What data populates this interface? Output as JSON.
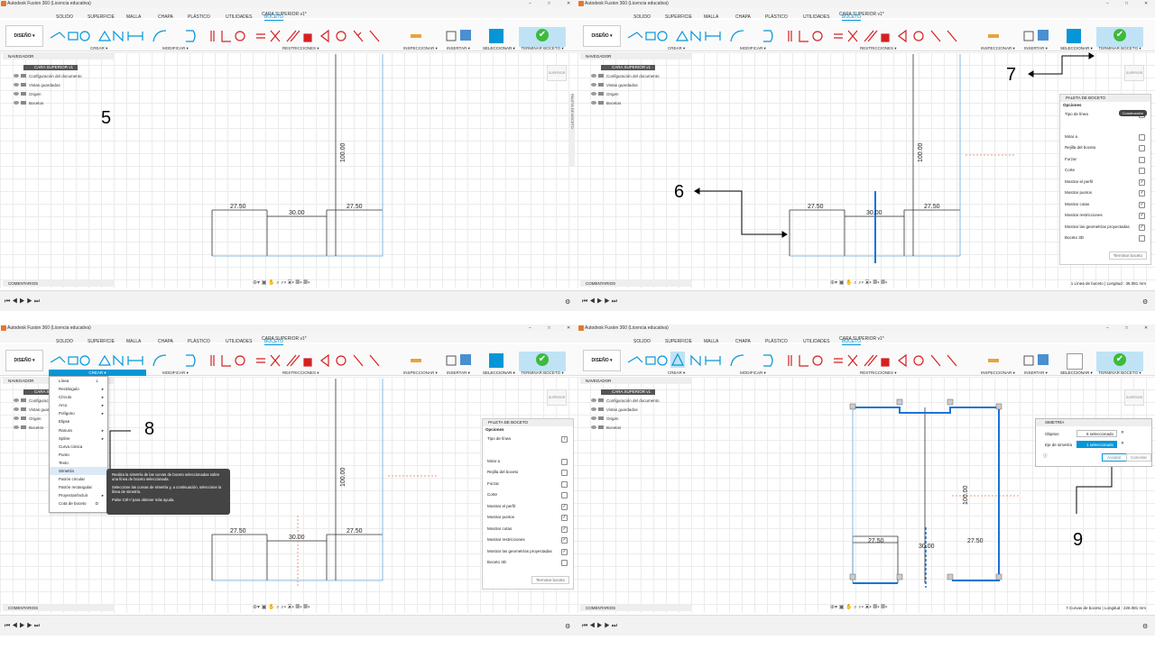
{
  "app": {
    "title": "Autodesk Fusion 360 (Licencia educativa)",
    "document": "CARA SUPERIOR v1*"
  },
  "workspace_tabs": [
    "SOLIDO",
    "SUPERFICIE",
    "MALLA",
    "CHAPA",
    "PLÁSTICO",
    "UTILIDADES",
    "BOCETO"
  ],
  "ribbon": {
    "design_button": "DISEÑO ▾",
    "groups": {
      "crear": "CREAR ▾",
      "modificar": "MODIFICAR ▾",
      "restricciones": "RESTRICCIONES ▾",
      "inspeccionar": "INSPECCIONAR ▾",
      "insertar": "INSERTAR ▾",
      "seleccionar": "SELECCIONAR ▾",
      "terminar": "TERMINAR BOCETO ▾"
    }
  },
  "navigator": {
    "title": "NAVEGADOR",
    "root": "CARA SUPERIOR v1",
    "items": [
      "Configuración del documento",
      "Vistas guardadas",
      "Origen",
      "Bocetos"
    ]
  },
  "comments_label": "COMENTARIOS",
  "viewcube_label": "SUPERIOR",
  "palette_side_tab": "PALETA DE BOCETO",
  "dimensions": {
    "left_width": "27.50",
    "center_width": "30.00",
    "right_width": "27.50",
    "height": "100.00"
  },
  "step_numbers": [
    "5",
    "6",
    "7",
    "8",
    "9"
  ],
  "sketch_palette": {
    "title": "PALETA DE BOCETO",
    "section": "Opciones",
    "line_type_label": "Tipo de línea",
    "construction_tooltip": "Construcción",
    "rows": [
      {
        "label": "Mirar a",
        "checked": false
      },
      {
        "label": "Rejilla del boceto",
        "checked": false
      },
      {
        "label": "Forzar",
        "checked": false
      },
      {
        "label": "Corte",
        "checked": false
      },
      {
        "label": "Mostrar el perfil",
        "checked": true
      },
      {
        "label": "Mostrar puntos",
        "checked": true
      },
      {
        "label": "Mostrar cotas",
        "checked": true
      },
      {
        "label": "Mostrar restricciones",
        "checked": true
      },
      {
        "label": "Mostrar las geometrías proyectadas",
        "checked": true
      },
      {
        "label": "Boceto 3D",
        "checked": false
      }
    ],
    "finish_button": "Terminar boceto"
  },
  "crear_menu": {
    "header": "CREAR ▾",
    "items": [
      {
        "label": "Línea",
        "shortcut": "L",
        "submenu": false
      },
      {
        "label": "Rectángulo",
        "shortcut": "",
        "submenu": true
      },
      {
        "label": "Círculo",
        "shortcut": "",
        "submenu": true
      },
      {
        "label": "Arco",
        "shortcut": "",
        "submenu": true
      },
      {
        "label": "Polígono",
        "shortcut": "",
        "submenu": true
      },
      {
        "label": "Elipse",
        "shortcut": "",
        "submenu": false
      },
      {
        "label": "Ranura",
        "shortcut": "",
        "submenu": true
      },
      {
        "label": "Spline",
        "shortcut": "",
        "submenu": true
      },
      {
        "label": "Curva cónica",
        "shortcut": "",
        "submenu": false
      },
      {
        "label": "Punto",
        "shortcut": "",
        "submenu": false
      },
      {
        "label": "Texto",
        "shortcut": "",
        "submenu": false
      },
      {
        "label": "Simetría",
        "shortcut": "",
        "submenu": false
      },
      {
        "label": "Patrón circular",
        "shortcut": "",
        "submenu": false
      },
      {
        "label": "Patrón rectangular",
        "shortcut": "",
        "submenu": false
      },
      {
        "label": "Proyectar/incluir",
        "shortcut": "",
        "submenu": true
      },
      {
        "label": "Cota de boceto",
        "shortcut": "D",
        "submenu": false
      }
    ],
    "highlighted": "Simetría"
  },
  "tooltip": {
    "p1": "Realiza la simetría de las curvas de boceto seleccionadas sobre una línea de boceto seleccionada.",
    "p2": "Seleccione las curvas de simetría y, a continuación, seleccione la línea de simetría.",
    "p3": "Pulse Ctrl+/ para obtener más ayuda."
  },
  "symmetry_dialog": {
    "title": "SIMETRÍA",
    "objects_label": "Objetos",
    "objects_value": "6 seleccionado",
    "axis_label": "Eje de simetría",
    "axis_value": "1 seleccionado",
    "ok": "Aceptar",
    "cancel": "Cancelar"
  },
  "status": {
    "q2": "1 Línea de boceto | Longitud : 36.081 mm",
    "q4": "7 Curvas de boceto | Longitud : 226.081 mm"
  },
  "colors": {
    "accent": "#0696d7",
    "finish_green": "#3cbb3c",
    "arrow": "#000000"
  }
}
